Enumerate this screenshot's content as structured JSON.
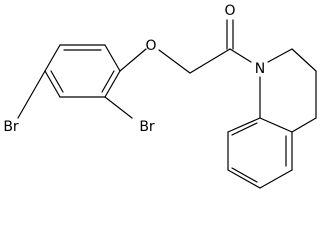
{
  "molecule": {
    "atoms": {
      "oxygen_carbonyl": "O",
      "oxygen_ether": "O",
      "nitrogen": "N",
      "bromine_para": "Br",
      "bromine_ortho": "Br"
    }
  }
}
